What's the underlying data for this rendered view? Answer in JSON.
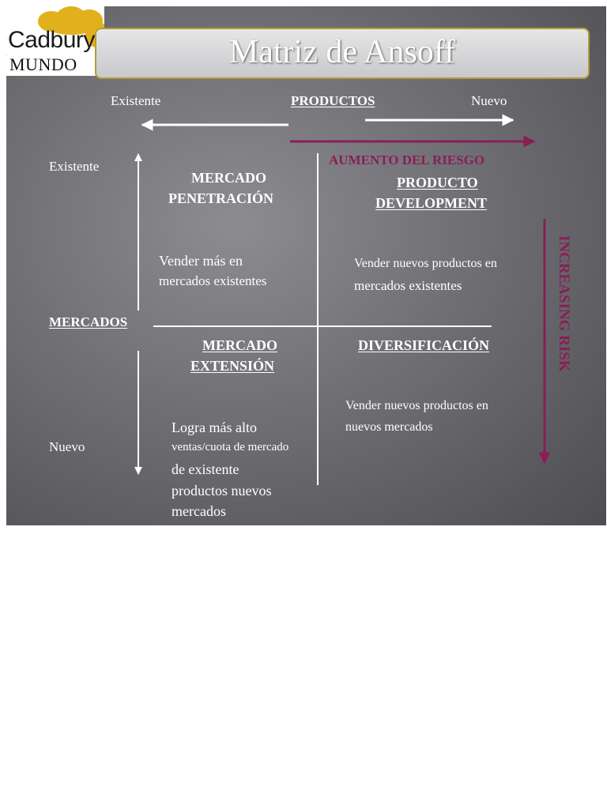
{
  "logo": {
    "line1": "Cadbury",
    "line2": "MUNDO"
  },
  "title": "Matriz de Ansoff",
  "products_axis": {
    "title": "PRODUCTOS",
    "left": "Existente",
    "right": "Nuevo"
  },
  "markets_axis": {
    "title": "MERCADOS",
    "top": "Existente",
    "bottom": "Nuevo"
  },
  "risk_labels": {
    "horizontal": "AUMENTO DEL RIESGO",
    "vertical": "INCREASING RISK"
  },
  "quadrants": {
    "top_left": {
      "title_1": "MERCADO",
      "title_2": "PENETRACIÓN",
      "desc_1": "Vender más en",
      "desc_2": "mercados existentes"
    },
    "top_right": {
      "title_1": "PRODUCTO",
      "title_2": "DEVELOPMENT",
      "desc_1": "Vender nuevos productos en",
      "desc_2": "mercados existentes"
    },
    "bottom_left": {
      "title_1": "MERCADO",
      "title_2": "EXTENSIÓN",
      "desc_1": "Logra más alto",
      "desc_2": "ventas/cuota de mercado",
      "desc_3": "de existente",
      "desc_4": "productos nuevos",
      "desc_5": "mercados"
    },
    "bottom_right": {
      "title_1": "DIVERSIFICACIÓN",
      "desc_1": "Vender nuevos productos en",
      "desc_2": "nuevos mercados"
    }
  },
  "colors": {
    "risk": "#8a1e55",
    "frame": "#b49a3a",
    "logo_cloud": "#e0b11d"
  }
}
